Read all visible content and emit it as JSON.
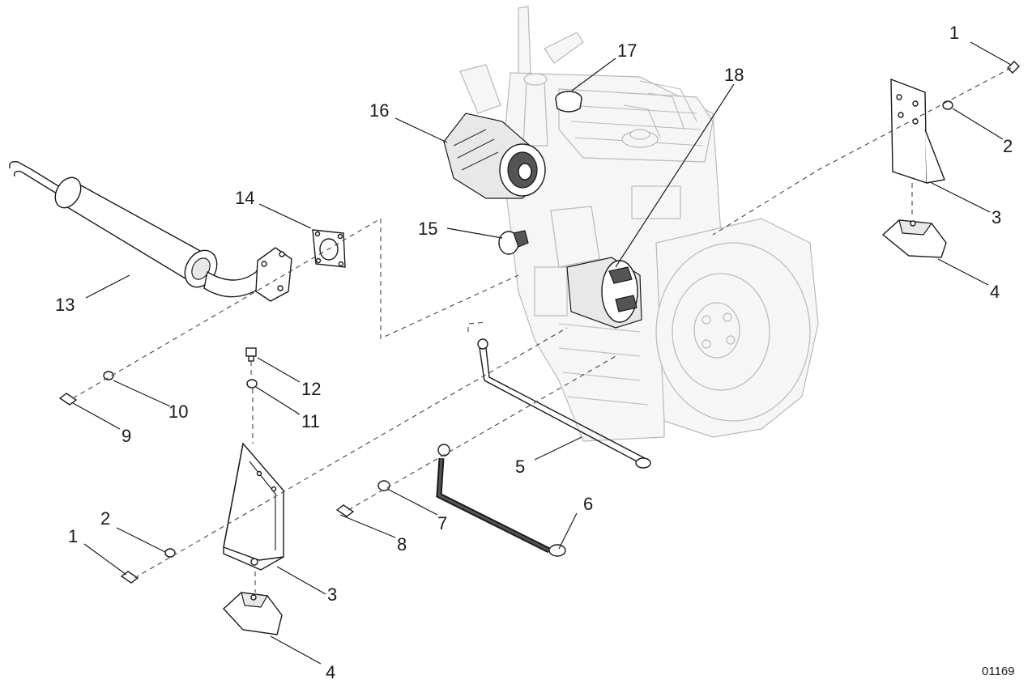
{
  "figure_id": "01169",
  "callouts": [
    {
      "id": "c1a",
      "label": "1"
    },
    {
      "id": "c2a",
      "label": "2"
    },
    {
      "id": "c3a",
      "label": "3"
    },
    {
      "id": "c4a",
      "label": "4"
    },
    {
      "id": "c5",
      "label": "5"
    },
    {
      "id": "c6",
      "label": "6"
    },
    {
      "id": "c7",
      "label": "7"
    },
    {
      "id": "c8",
      "label": "8"
    },
    {
      "id": "c9",
      "label": "9"
    },
    {
      "id": "c10",
      "label": "10"
    },
    {
      "id": "c11",
      "label": "11"
    },
    {
      "id": "c12",
      "label": "12"
    },
    {
      "id": "c13",
      "label": "13"
    },
    {
      "id": "c14",
      "label": "14"
    },
    {
      "id": "c15",
      "label": "15"
    },
    {
      "id": "c16",
      "label": "16"
    },
    {
      "id": "c17",
      "label": "17"
    },
    {
      "id": "c18",
      "label": "18"
    },
    {
      "id": "c1b",
      "label": "1"
    },
    {
      "id": "c2b",
      "label": "2"
    },
    {
      "id": "c3b",
      "label": "3"
    },
    {
      "id": "c4b",
      "label": "4"
    }
  ]
}
